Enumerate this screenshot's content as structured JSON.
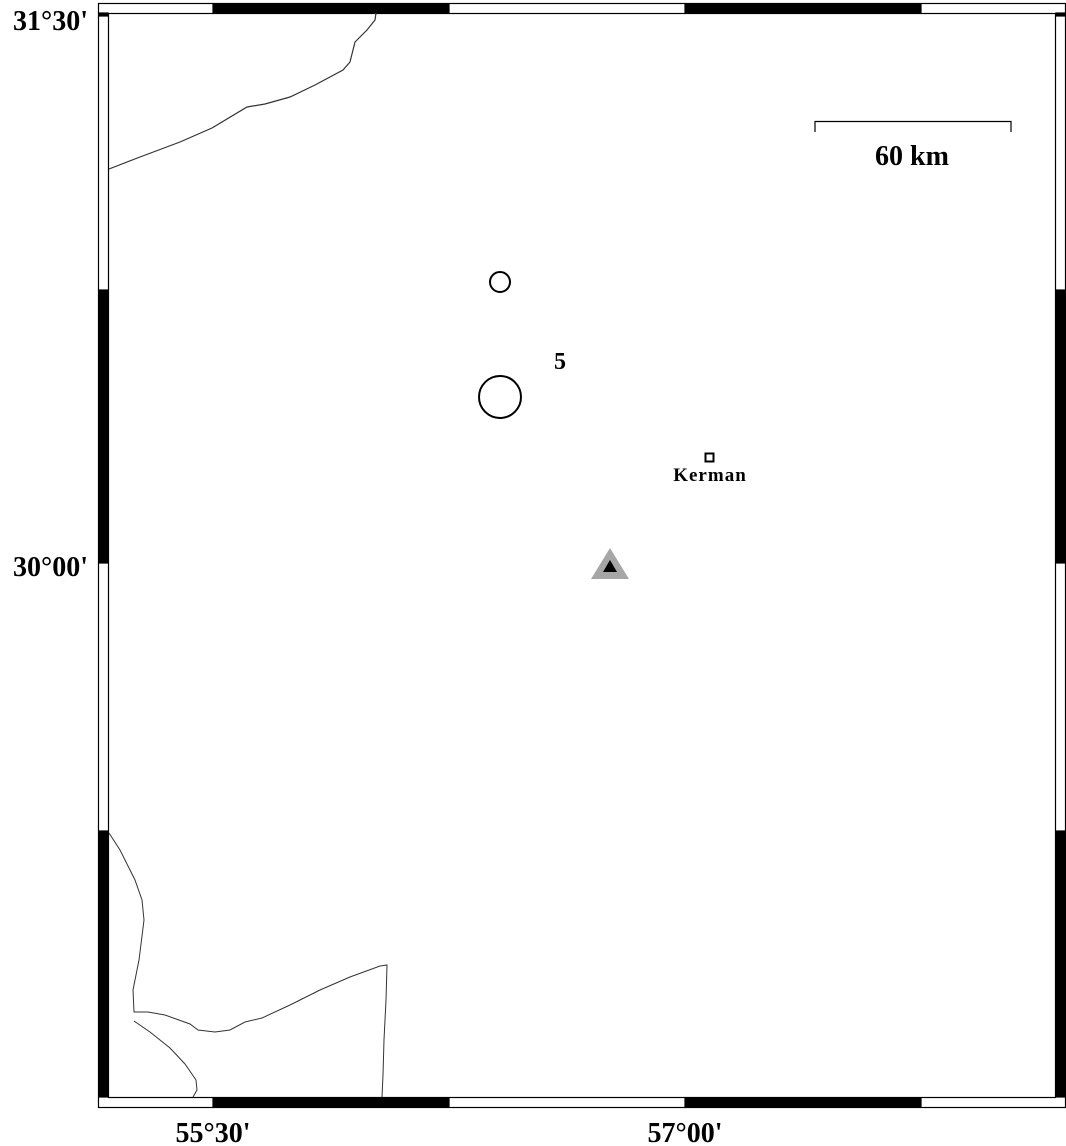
{
  "map": {
    "axis_labels": {
      "lat_top": "31°30'",
      "lat_mid": "30°00'",
      "lon_left": "55°30'",
      "lon_right": "57°00'"
    },
    "scale_bar": {
      "label": "60 km"
    },
    "city": {
      "name": "Kerman",
      "marker": "open-square"
    },
    "station": {
      "marker": "triangle",
      "outer_color": "#a6a6a6",
      "inner_color": "#000000"
    },
    "events": [
      {
        "marker": "open-circle",
        "size": "small"
      },
      {
        "marker": "open-circle",
        "size": "large"
      }
    ],
    "legend_magnitude_label": "5"
  }
}
